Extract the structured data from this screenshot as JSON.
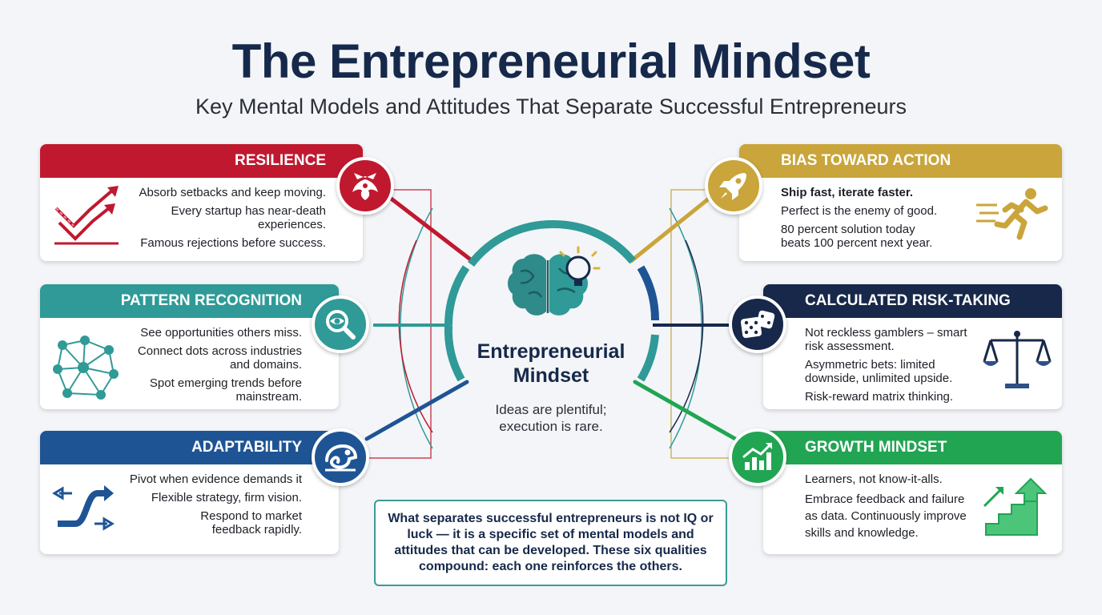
{
  "title": "The Entrepreneurial Mindset",
  "subtitle": "Key Mental Models and Attitudes That Separate Successful Entrepreneurs",
  "center": {
    "title_line1": "Entrepreneurial",
    "title_line2": "Mindset",
    "note_line1": "Ideas are plentiful;",
    "note_line2": "execution is rare."
  },
  "cards": {
    "resilience": {
      "heading": "RESILIENCE",
      "color": "#c0192f",
      "icon": "phoenix-icon",
      "lines": [
        "Absorb setbacks and keep moving.",
        "Every startup has near-death experiences.",
        "Famous rejections before success."
      ]
    },
    "pattern": {
      "heading": "PATTERN RECOGNITION",
      "color": "#2f9a97",
      "icon": "magnifier-eye-icon",
      "lines": [
        "See opportunities others miss.",
        "Connect dots across industries and domains.",
        "Spot emerging trends before mainstream."
      ]
    },
    "adaptability": {
      "heading": "ADAPTABILITY",
      "color": "#1f5494",
      "icon": "chameleon-icon",
      "lines": [
        "Pivot when evidence demands it",
        "Flexible strategy, firm vision.",
        "Respond to market feedback rapidly."
      ]
    },
    "action": {
      "heading": "BIAS TOWARD ACTION",
      "color": "#c9a53b",
      "icon": "rocket-icon",
      "lines": [
        "Ship fast, iterate faster.",
        "Perfect is the enemy of good.",
        "80 percent solution today beats 100 percent next year."
      ]
    },
    "risk": {
      "heading": "CALCULATED RISK-TAKING",
      "color": "#17284a",
      "icon": "dice-icon",
      "lines": [
        "Not reckless gamblers – smart risk assessment.",
        "Asymmetric bets: limited downside, unlimited upside.",
        "Risk-reward matrix thinking."
      ]
    },
    "growth": {
      "heading": "GROWTH MINDSET",
      "color": "#21a553",
      "icon": "growth-chart-icon",
      "lines": [
        "Learners, not know-it-alls.",
        "Embrace feedback and failure as data. Continuously improve skills and knowledge."
      ]
    }
  },
  "summary": "What separates successful entrepreneurs is not IQ or luck — it is a specific set of mental models and attitudes that can be developed. These six qualities compound: each one reinforces the others."
}
